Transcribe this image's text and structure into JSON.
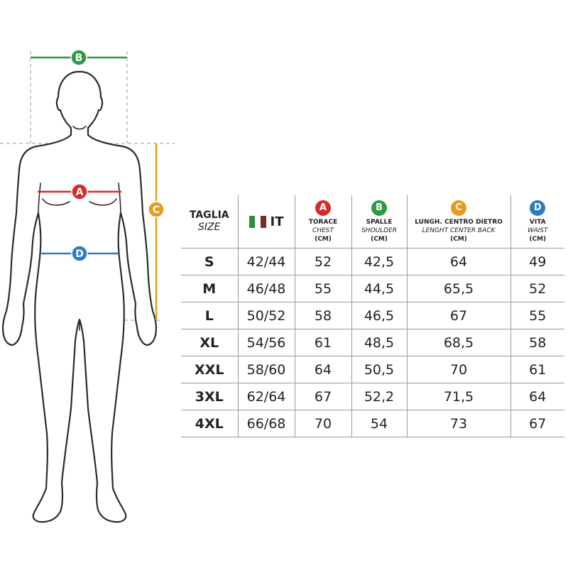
{
  "colors": {
    "A": "#d92a2a",
    "B": "#2e9a47",
    "C": "#e89a1f",
    "D": "#2f7bc1",
    "flag_green": "#2e8b3c",
    "flag_white": "#ffffff",
    "flag_red": "#7a2c2c",
    "outline": "#2b2b2b",
    "guide": "#9a9a9a"
  },
  "markers": {
    "A": "A",
    "B": "B",
    "C": "C",
    "D": "D"
  },
  "table": {
    "size_header": {
      "title": "TAGLIA",
      "sub": "SIZE"
    },
    "it_header": "IT",
    "columns": [
      {
        "badge": "A",
        "color_key": "A",
        "line1": "TORACE",
        "line2": "CHEST",
        "line3": "(CM)"
      },
      {
        "badge": "B",
        "color_key": "B",
        "line1": "SPALLE",
        "line2": "SHOULDER",
        "line3": "(CM)"
      },
      {
        "badge": "C",
        "color_key": "C",
        "line1": "LUNGH. CENTRO DIETRO",
        "line2": "LENGHT CENTER BACK",
        "line3": "(CM)"
      },
      {
        "badge": "D",
        "color_key": "D",
        "line1": "VITA",
        "line2": "WAIST",
        "line3": "(CM)"
      }
    ],
    "rows": [
      {
        "size": "S",
        "it": "42/44",
        "chest": "52",
        "shoulder": "42,5",
        "length": "64",
        "waist": "49"
      },
      {
        "size": "M",
        "it": "46/48",
        "chest": "55",
        "shoulder": "44,5",
        "length": "65,5",
        "waist": "52"
      },
      {
        "size": "L",
        "it": "50/52",
        "chest": "58",
        "shoulder": "46,5",
        "length": "67",
        "waist": "55"
      },
      {
        "size": "XL",
        "it": "54/56",
        "chest": "61",
        "shoulder": "48,5",
        "length": "68,5",
        "waist": "58"
      },
      {
        "size": "XXL",
        "it": "58/60",
        "chest": "64",
        "shoulder": "50,5",
        "length": "70",
        "waist": "61"
      },
      {
        "size": "3XL",
        "it": "62/64",
        "chest": "67",
        "shoulder": "52,2",
        "length": "71,5",
        "waist": "64"
      },
      {
        "size": "4XL",
        "it": "66/68",
        "chest": "70",
        "shoulder": "54",
        "length": "73",
        "waist": "67"
      }
    ]
  }
}
